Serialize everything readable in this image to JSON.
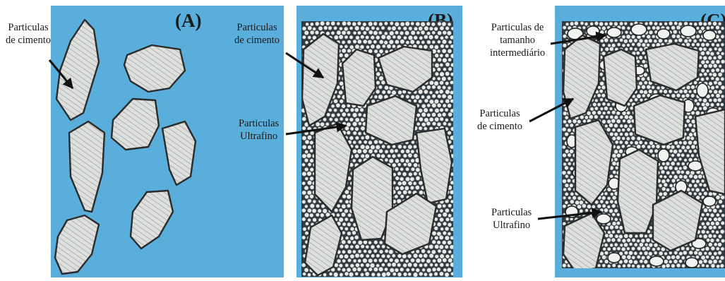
{
  "panels": {
    "a": {
      "label": "(A)"
    },
    "b": {
      "label": "(B)"
    },
    "c": {
      "label": "(C)"
    }
  },
  "labels": {
    "a_cimento": [
      "Particulas",
      "de cimento"
    ],
    "b_cimento": [
      "Particulas",
      "de cimento"
    ],
    "b_ultrafino": [
      "Particulas",
      "Ultrafino"
    ],
    "c_intermediario": [
      "Particulas de",
      "tamanho",
      "intermediário"
    ],
    "c_cimento": [
      "Particulas",
      "de cimento"
    ],
    "c_ultrafino": [
      "Particulas",
      "Ultrafino"
    ]
  },
  "colors": {
    "panel_bg": "#5aaedb",
    "particle_fill": "#d9dcd8",
    "particle_stroke": "#2b2b2b",
    "matrix": "#2e3a40",
    "bead": "#e9ecea"
  }
}
